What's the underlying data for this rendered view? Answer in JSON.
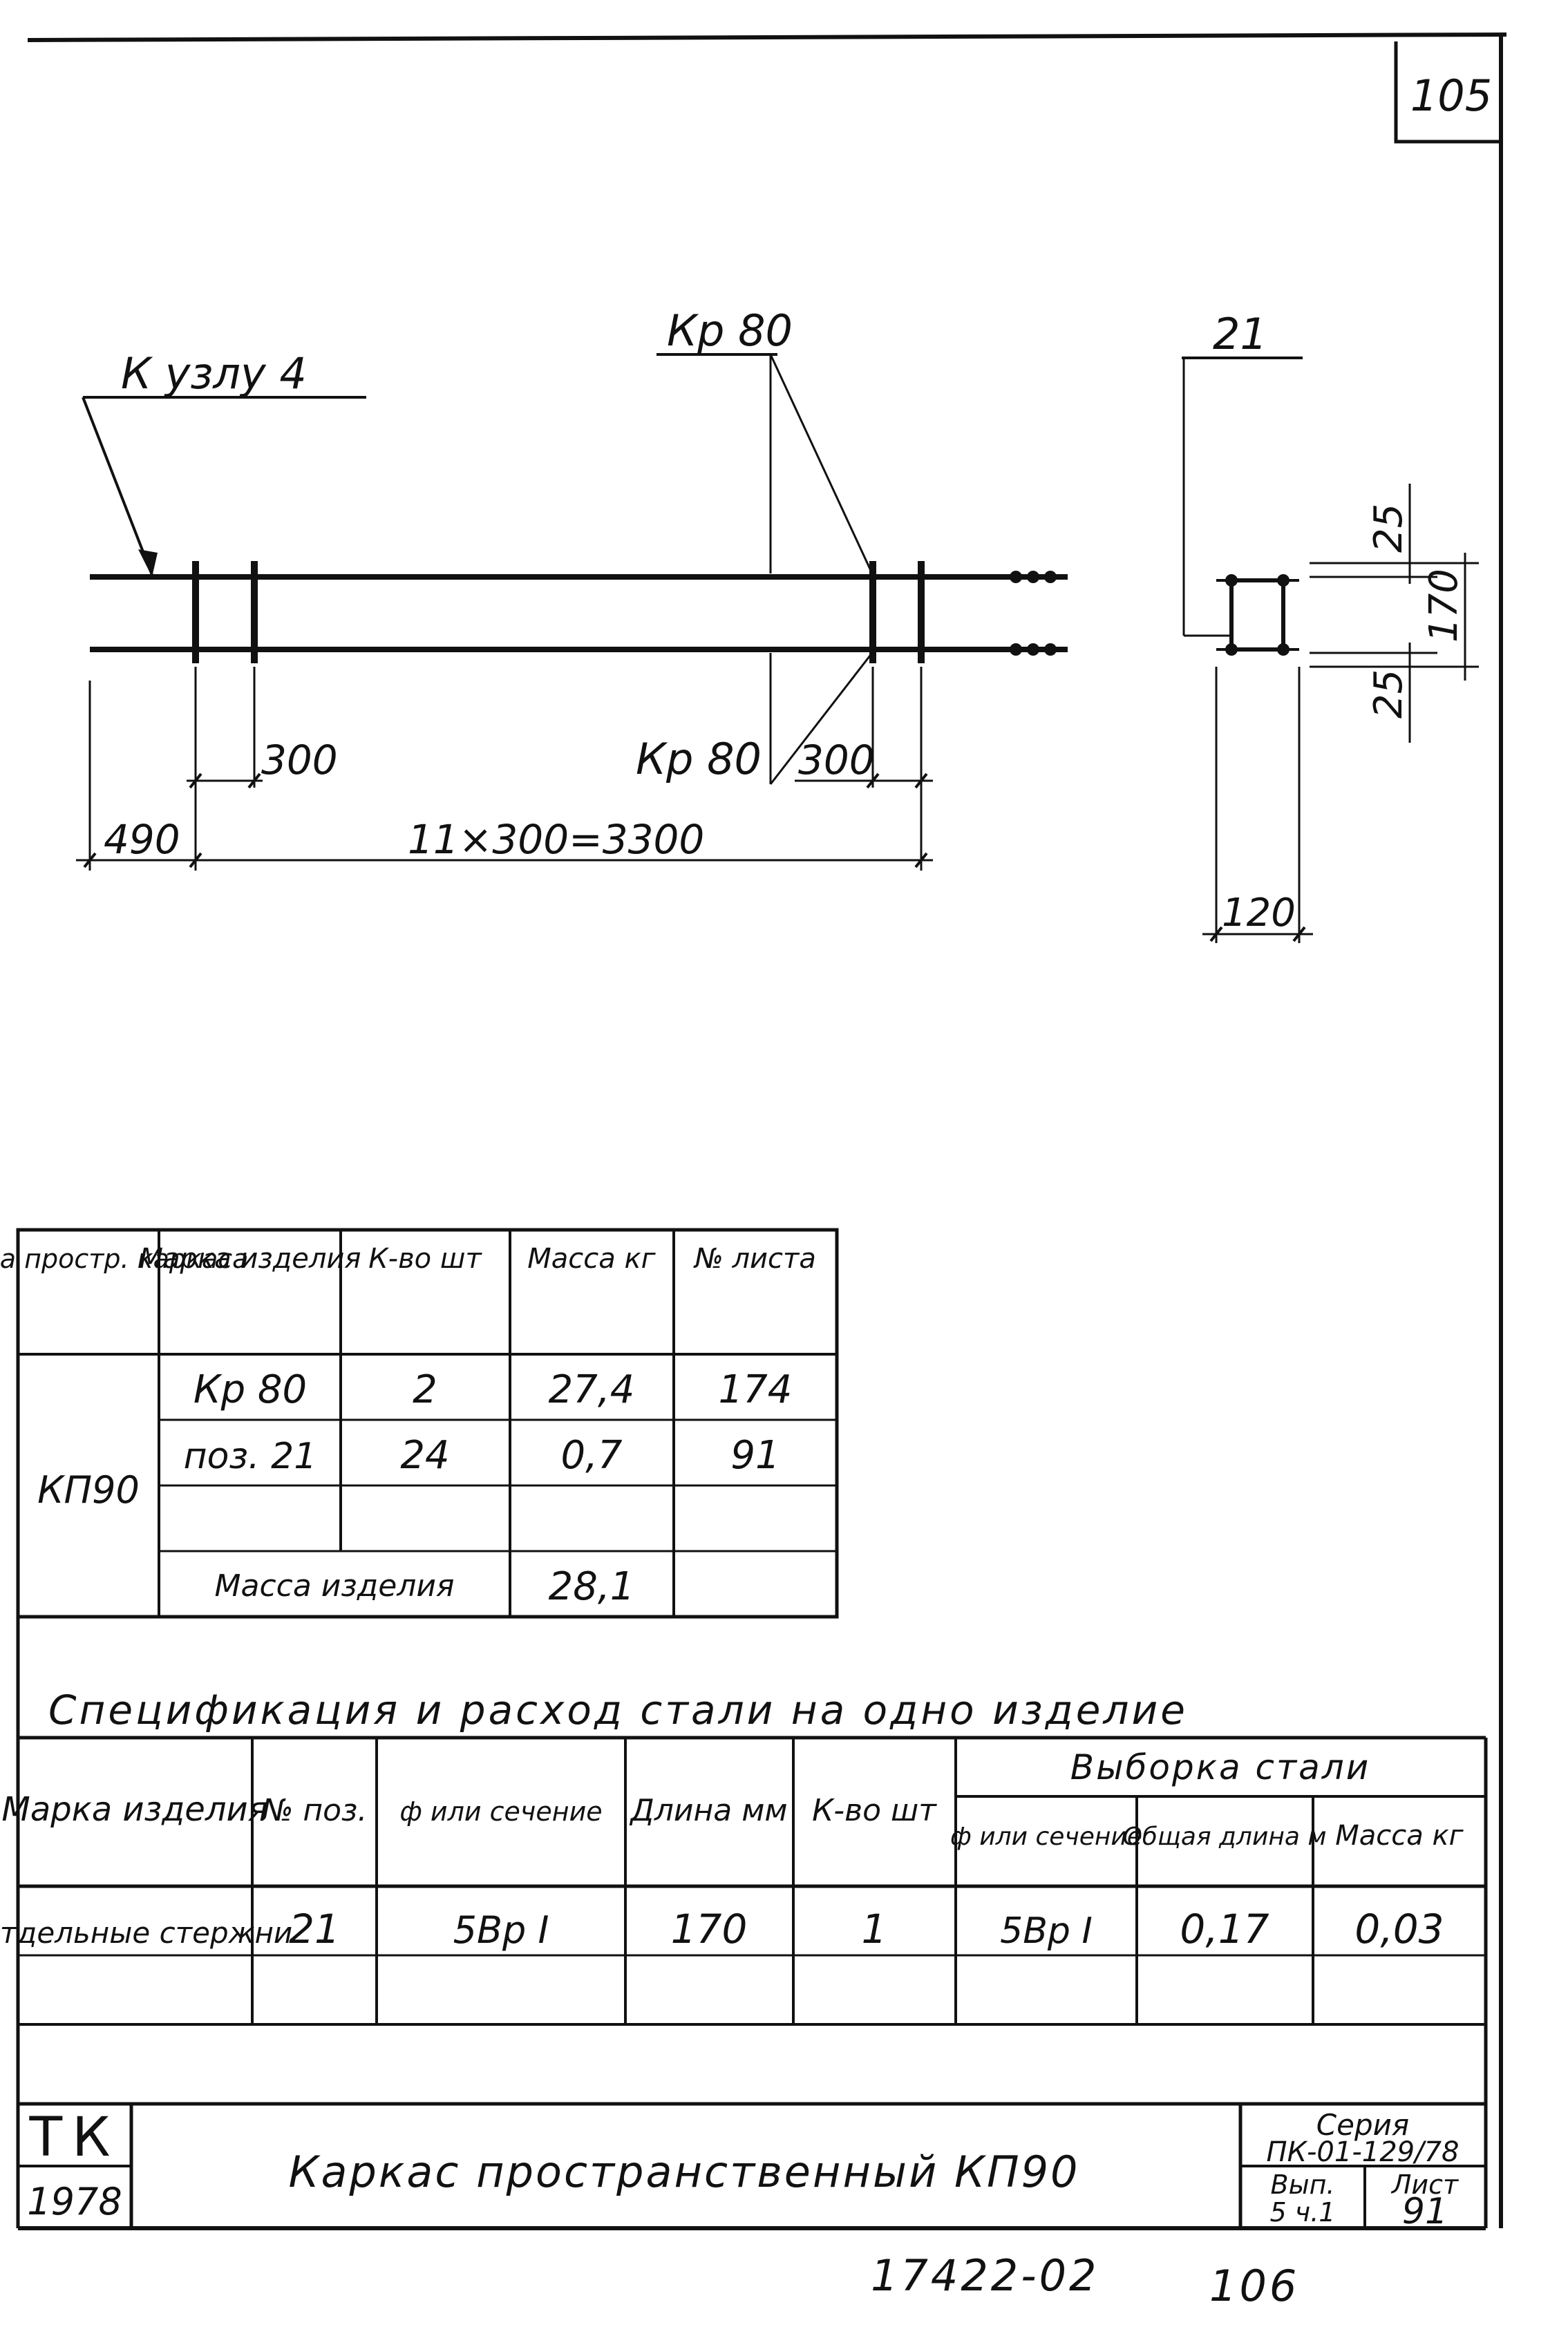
{
  "sheet": {
    "page_number": "105",
    "bottom_stamp": "17422-02",
    "bottom_number": "106"
  },
  "elevation": {
    "callout_node": "К узлу 4",
    "callout_kr_top": "Кр 80",
    "callout_kr_bottom": "Кр 80",
    "dim_left": "490",
    "dim_pitch_left": "300",
    "dim_pitch_right": "300",
    "dim_total": "11×300=3300"
  },
  "section": {
    "position_label": "21",
    "dim_top_cover": "25",
    "dim_height": "170",
    "dim_bottom_cover": "25",
    "dim_width": "120"
  },
  "composition_table": {
    "headers": [
      "Марка простр. каркаса",
      "Марка изделия",
      "К-во шт",
      "Масса кг",
      "№ листа"
    ],
    "frame_mark": "КП90",
    "rows": [
      [
        "Кр 80",
        "2",
        "27,4",
        "174"
      ],
      [
        "поз. 21",
        "24",
        "0,7",
        "91"
      ],
      [
        "",
        "",
        "",
        ""
      ]
    ],
    "total_label": "Масса изделия",
    "total_value": "28,1"
  },
  "spec": {
    "title": "Спецификация и расход стали на одно изделие",
    "headers": {
      "mark": "Марка изделия",
      "pos": "№ поз.",
      "diameter": "ф или сечение",
      "length": "Длина мм",
      "qty": "К-во шт",
      "selection": "Выборка стали",
      "sel_diameter": "ф или сечение",
      "sel_total_length": "Общая длина м",
      "sel_mass": "Масса кг"
    },
    "row": {
      "mark": "Отдельные стержни",
      "pos": "21",
      "diameter": "5Вр I",
      "length": "170",
      "qty": "1",
      "sel_diameter": "5Вр I",
      "sel_total_length": "0,17",
      "sel_mass": "0,03"
    }
  },
  "title_block": {
    "org": "ТК",
    "year": "1978",
    "title": "Каркас пространственный КП90",
    "series_label": "Серия",
    "series_value": "ПК-01-129/78",
    "issue_label": "Вып.",
    "issue_value": "5 ч.1",
    "sheet_label": "Лист",
    "sheet_value": "91"
  }
}
